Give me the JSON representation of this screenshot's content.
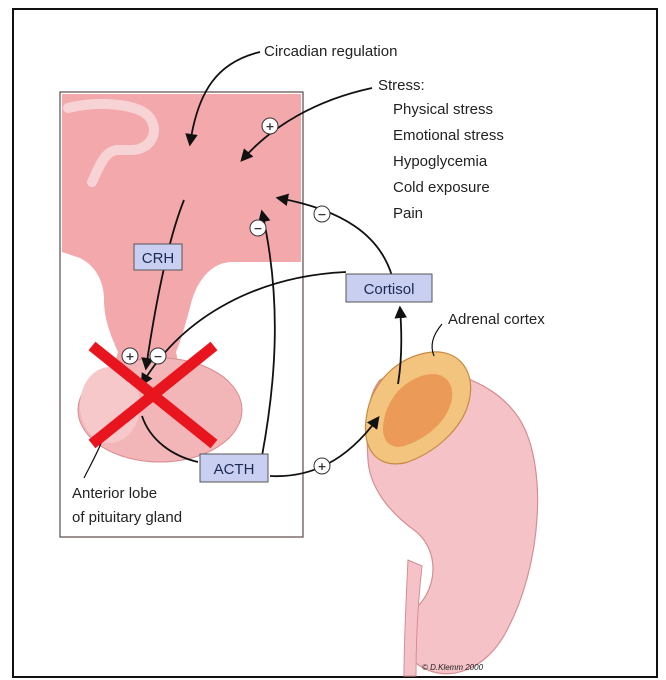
{
  "labels": {
    "circadian": "Circadian regulation",
    "stress_title": "Stress:",
    "stress_items": [
      "Physical stress",
      "Emotional stress",
      "Hypoglycemia",
      "Cold exposure",
      "Pain"
    ],
    "crh": "CRH",
    "cortisol": "Cortisol",
    "acth": "ACTH",
    "adrenal": "Adrenal cortex",
    "pituitary_line1": "Anterior lobe",
    "pituitary_line2": "of pituitary gland",
    "credit": "© D.Klemm 2000"
  },
  "signs": {
    "plus": "+",
    "minus": "−"
  },
  "colors": {
    "hypothalamus": "#f3a9ac",
    "pituitary": "#f2b6b8",
    "box_fill": "#c9cff0",
    "adrenal_outer": "#f2c47e",
    "adrenal_inner": "#ec9a57",
    "kidney": "#f5c3c7",
    "cross": "#e8141e"
  }
}
